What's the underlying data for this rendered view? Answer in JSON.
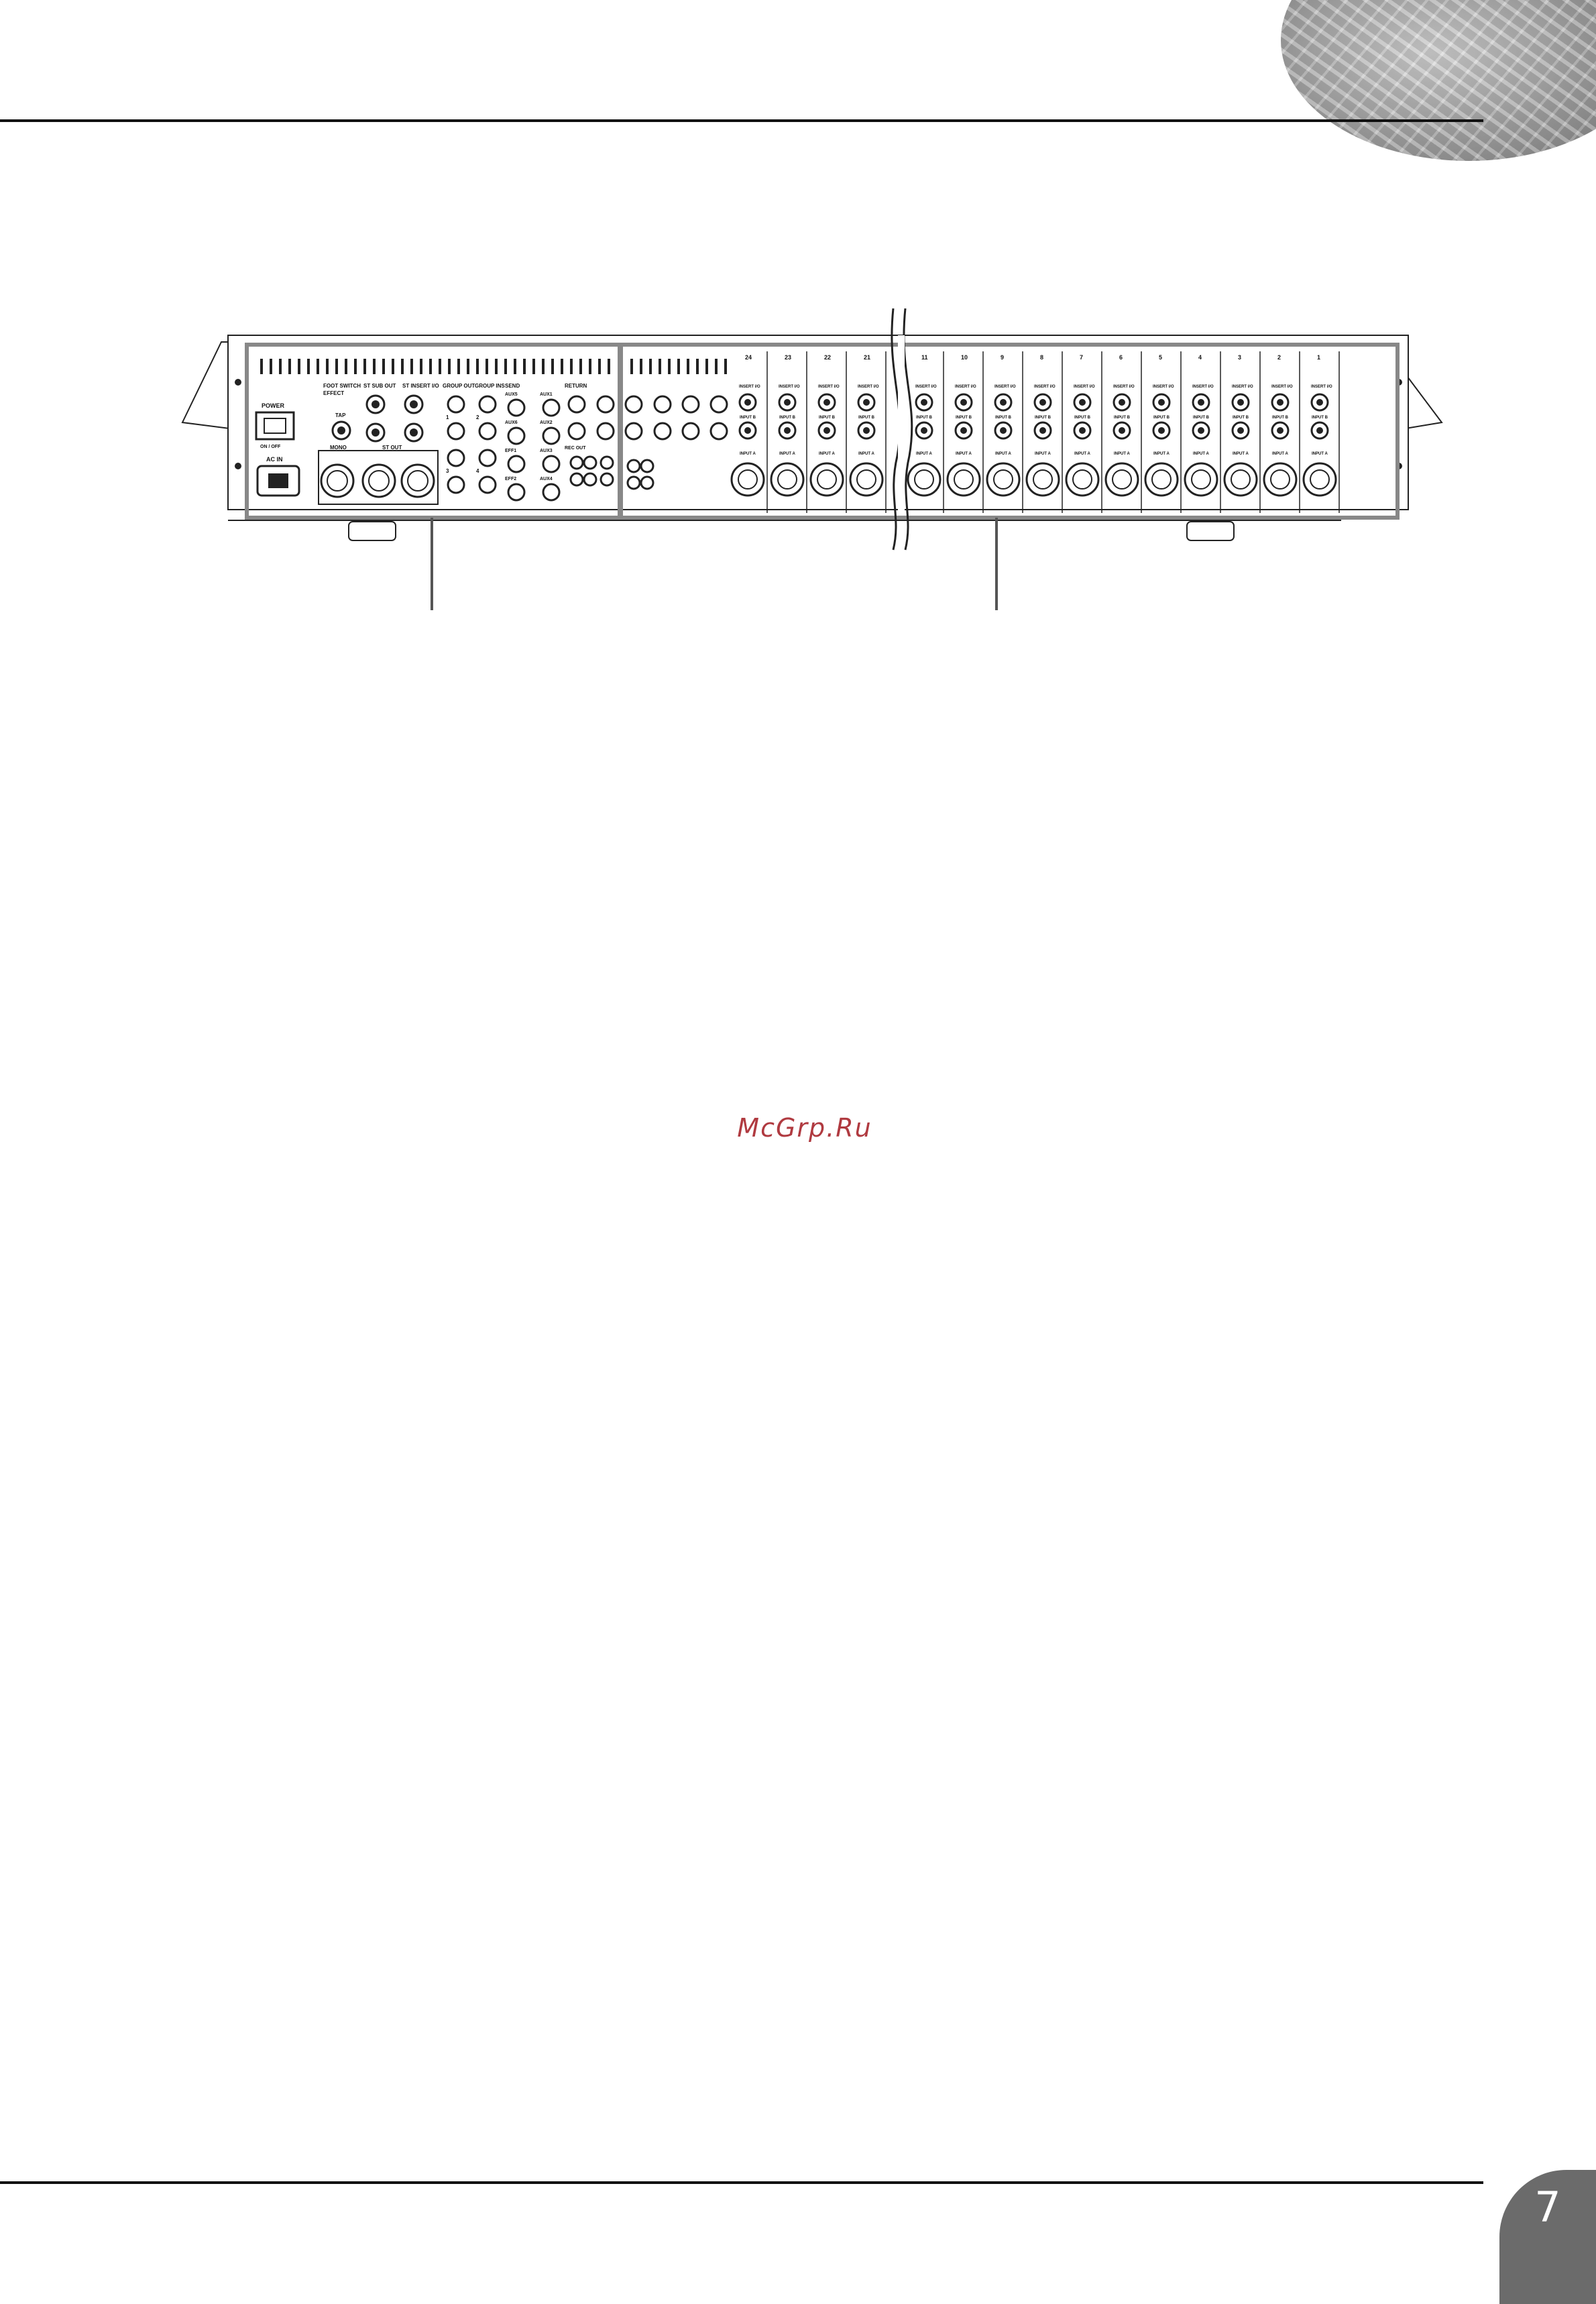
{
  "page": {
    "number": "7"
  },
  "watermark": {
    "text": "McGrp.Ru"
  },
  "rear_panel": {
    "power_label": "POWER",
    "power_switch_marks": "ON / OFF",
    "ac_in_label": "AC IN",
    "tap_label": "TAP",
    "foot_switch_label": "FOOT SWITCH",
    "effect_label": "EFFECT",
    "st_sub_out_label": "ST SUB OUT",
    "st_insert_label": "ST INSERT I/O",
    "group_out_label": "GROUP OUT",
    "group_insert_label": "GROUP INS",
    "send_label": "SEND",
    "return_label": "RETURN",
    "rec_out_label": "REC OUT",
    "mono_label": "MONO",
    "st_out_label": "ST OUT",
    "aux_labels": [
      "AUX1",
      "AUX2",
      "AUX3",
      "AUX4",
      "AUX5",
      "AUX6"
    ],
    "effect_sends": [
      "EFF1",
      "EFF2"
    ],
    "group_numbers": [
      "1",
      "2",
      "3",
      "4"
    ],
    "channel_numbers": [
      "24",
      "23",
      "22",
      "21",
      "11",
      "10",
      "9",
      "8",
      "7",
      "6",
      "5",
      "4",
      "3",
      "2",
      "1"
    ],
    "insert_label": "INSERT I/O",
    "input_b_label": "INPUT B",
    "input_a_label": "INPUT A"
  }
}
